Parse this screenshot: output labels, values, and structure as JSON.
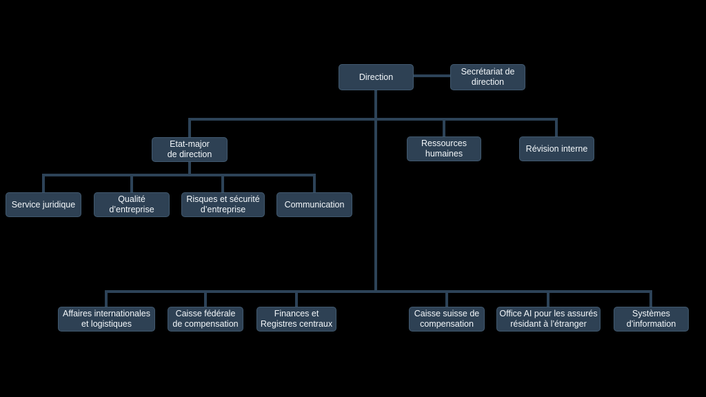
{
  "diagram": {
    "type": "organization-chart",
    "language": "fr",
    "colors": {
      "background": "#000000",
      "box_fill": "#2e4154",
      "box_border": "#41596f",
      "connector_line": "#2d4358",
      "text": "#f2f6f9"
    }
  },
  "nodes": [
    {
      "id": "direction",
      "label": "Direction",
      "line1": "Direction",
      "line2": ""
    },
    {
      "id": "secretariat_direction",
      "label": "Secrétariat de direction",
      "line1": "Secrétariat de",
      "line2": "direction"
    },
    {
      "id": "etat_major_direction",
      "label": "Etat-major de direction",
      "line1": "Etat-major",
      "line2": "de direction"
    },
    {
      "id": "ressources_humaines",
      "label": "Ressources humaines",
      "line1": "Ressources",
      "line2": "humaines"
    },
    {
      "id": "revision_interne",
      "label": "Révision interne",
      "line1": "Révision interne",
      "line2": ""
    },
    {
      "id": "service_juridique",
      "label": "Service juridique",
      "line1": "Service juridique",
      "line2": ""
    },
    {
      "id": "qualite_entreprise",
      "label": "Qualité d’entreprise",
      "line1": "Qualité",
      "line2": "d’entreprise"
    },
    {
      "id": "risques_securite_entreprise",
      "label": "Risques et sécurité d’entreprise",
      "line1": "Risques et sécurité",
      "line2": "d’entreprise"
    },
    {
      "id": "communication",
      "label": "Communication",
      "line1": "Communication",
      "line2": ""
    },
    {
      "id": "affaires_internationales_logistiques",
      "label": "Affaires internationales et logistiques",
      "line1": "Affaires internationales",
      "line2": "et logistiques"
    },
    {
      "id": "caisse_federale_compensation",
      "label": "Caisse fédérale de compensation",
      "line1": "Caisse fédérale",
      "line2": "de compensation"
    },
    {
      "id": "finances_registres_centraux",
      "label": "Finances et Registres centraux",
      "line1": "Finances et",
      "line2": "Registres centraux"
    },
    {
      "id": "caisse_suisse_compensation",
      "label": "Caisse suisse de compensation",
      "line1": "Caisse suisse de",
      "line2": "compensation"
    },
    {
      "id": "office_ai_assures_etranger",
      "label": "Office AI pour les assurés résidant à l’étranger",
      "line1": "Office AI pour les assurés",
      "line2": "résidant à l’étranger"
    },
    {
      "id": "systemes_information",
      "label": "Systèmes d’information",
      "line1": "Systèmes",
      "line2": "d’information"
    }
  ],
  "edges": [
    [
      "direction",
      "secretariat_direction"
    ],
    [
      "direction",
      "etat_major_direction"
    ],
    [
      "direction",
      "ressources_humaines"
    ],
    [
      "direction",
      "revision_interne"
    ],
    [
      "etat_major_direction",
      "service_juridique"
    ],
    [
      "etat_major_direction",
      "qualite_entreprise"
    ],
    [
      "etat_major_direction",
      "risques_securite_entreprise"
    ],
    [
      "etat_major_direction",
      "communication"
    ],
    [
      "direction",
      "affaires_internationales_logistiques"
    ],
    [
      "direction",
      "caisse_federale_compensation"
    ],
    [
      "direction",
      "finances_registres_centraux"
    ],
    [
      "direction",
      "caisse_suisse_compensation"
    ],
    [
      "direction",
      "office_ai_assures_etranger"
    ],
    [
      "direction",
      "systemes_information"
    ]
  ]
}
